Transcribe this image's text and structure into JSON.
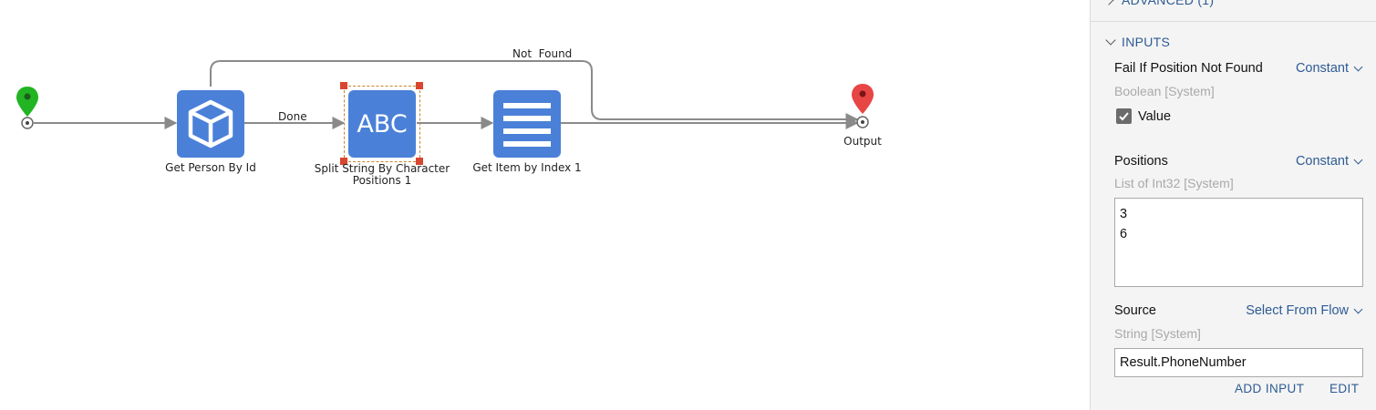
{
  "canvas": {
    "nodes": {
      "start": {
        "icon": "green-location-pin-icon"
      },
      "get_person": {
        "label": "Get Person By Id",
        "icon": "cube-icon"
      },
      "split_string": {
        "label_line1": "Split String By Character",
        "label_line2": "Positions 1",
        "icon_text": "ABC"
      },
      "get_item": {
        "label": "Get Item by Index 1",
        "icon": "list-lines-icon"
      },
      "output": {
        "label": "Output",
        "icon": "red-location-pin-icon"
      }
    },
    "paths": {
      "done": "Done",
      "not_found": "Not  Found"
    },
    "colors": {
      "node": "#4a80d8",
      "start_pin": "#22b422",
      "end_pin": "#e84545",
      "wire": "#8a8a8a",
      "selection": "#c8862a",
      "handle": "#d9452f"
    }
  },
  "panel": {
    "advanced_header": "ADVANCED (1)",
    "inputs_header": "INPUTS",
    "fields": {
      "fail_if_not_found": {
        "label": "Fail If Position Not Found",
        "mode": "Constant",
        "type": "Boolean [System]",
        "checkbox_label": "Value",
        "checked": true
      },
      "positions": {
        "label": "Positions",
        "mode": "Constant",
        "type": "List of Int32 [System]",
        "value": "3\n6"
      },
      "source": {
        "label": "Source",
        "mode": "Select From Flow",
        "type": "String [System]",
        "value": "Result.PhoneNumber"
      }
    },
    "actions": {
      "add_input": "ADD INPUT",
      "edit": "EDIT"
    },
    "colors": {
      "accent": "#2d5b94",
      "muted": "#a9a9a9",
      "background": "#f4f4f4"
    }
  }
}
